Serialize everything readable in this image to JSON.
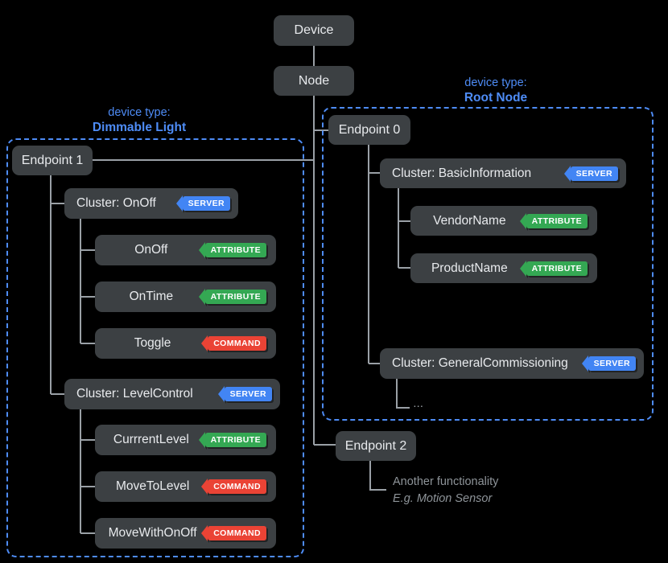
{
  "colors": {
    "background": "#000000",
    "box_fill": "#3C4043",
    "box_text": "#E8EAED",
    "badge_server": "#4285F4",
    "badge_attribute": "#34A853",
    "badge_command": "#EA4335",
    "badge_text": "#FFFFFF",
    "accent_blue": "#4E8CF6",
    "connector_gray": "#9AA0A6",
    "note_gray": "#8E9499"
  },
  "root_nodes": {
    "device": "Device",
    "node": "Node"
  },
  "left_group": {
    "caption_line1": "device type:",
    "caption_line2": "Dimmable Light",
    "endpoint": "Endpoint 1",
    "clusters": [
      {
        "label": "Cluster: OnOff",
        "badge": "SERVER",
        "children": [
          {
            "label": "OnOff",
            "badge": "ATTRIBUTE"
          },
          {
            "label": "OnTime",
            "badge": "ATTRIBUTE"
          },
          {
            "label": "Toggle",
            "badge": "COMMAND"
          }
        ]
      },
      {
        "label": "Cluster: LevelControl",
        "badge": "SERVER",
        "children": [
          {
            "label": "CurrrentLevel",
            "badge": "ATTRIBUTE"
          },
          {
            "label": "MoveToLevel",
            "badge": "COMMAND"
          },
          {
            "label": "MoveWithOnOff",
            "badge": "COMMAND"
          }
        ]
      }
    ]
  },
  "right_group": {
    "caption_line1": "device type:",
    "caption_line2": "Root Node",
    "endpoint": "Endpoint 0",
    "clusters": [
      {
        "label": "Cluster: BasicInformation",
        "badge": "SERVER",
        "children": [
          {
            "label": "VendorName",
            "badge": "ATTRIBUTE"
          },
          {
            "label": "ProductName",
            "badge": "ATTRIBUTE"
          }
        ]
      },
      {
        "label": "Cluster: GeneralCommissioning",
        "badge": "SERVER",
        "ellipsis": "..."
      }
    ]
  },
  "endpoint2": {
    "label": "Endpoint 2",
    "note_line1": "Another functionality",
    "note_line2": "E.g. Motion Sensor"
  }
}
